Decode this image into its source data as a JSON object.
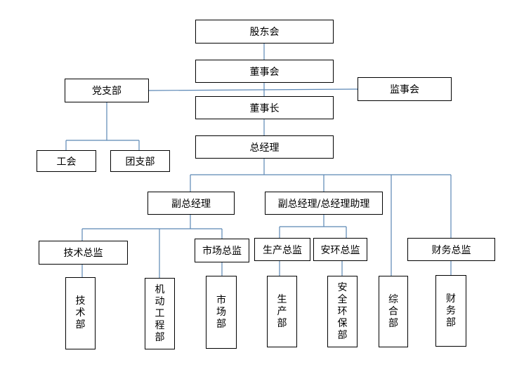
{
  "nodes": {
    "shareholders": "股东会",
    "board": "董事会",
    "party": "党支部",
    "supervisors": "监事会",
    "chairman": "董事长",
    "gm": "总经理",
    "union": "工会",
    "youth": "团支部",
    "vgm1": "副总经理",
    "vgm2": "副总经理/总经理助理",
    "tech_director": "技术总监",
    "market_director": "市场总监",
    "prod_director": "生产总监",
    "safety_director": "安环总监",
    "finance_director": "财务总监",
    "tech_dept": "技术部",
    "mech_dept": "机动工程部",
    "market_dept": "市场部",
    "prod_dept": "生产部",
    "safety_dept": "安全环保部",
    "general_dept": "综合部",
    "finance_dept": "财务部"
  },
  "colors": {
    "connector": "#5b87b5",
    "border": "#000000"
  }
}
